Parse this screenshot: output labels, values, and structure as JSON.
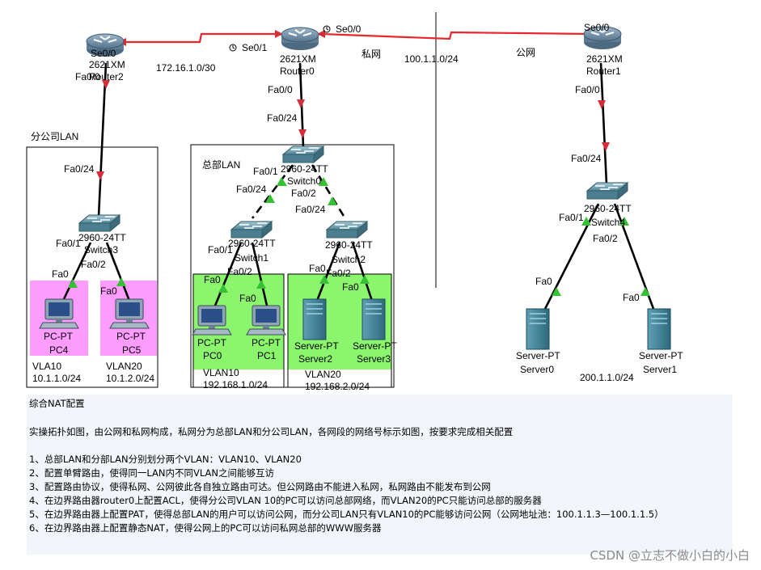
{
  "colors": {
    "wan_link": "#e8262b",
    "lan_link": "#000000",
    "port_up_green": "#35c035",
    "port_red": "#d62d3a",
    "vlan_pink": "#ff9cff",
    "vlan_green": "#8cf56e",
    "router_body": "#6f8ea6",
    "switch_body": "#6f9fb2",
    "server_body": "#3f7f95",
    "panel_bg": "#f2f5fa",
    "watermark": "#8a8a8a"
  },
  "devices": {
    "router2": {
      "model": "2621XM",
      "name": "Router2"
    },
    "router0": {
      "model": "2621XM",
      "name": "Router0"
    },
    "router1": {
      "model": "2621XM",
      "name": "Router1"
    },
    "switch3": {
      "model": "2960-24TT",
      "name": "Switch3"
    },
    "switch0": {
      "model": "2960-24TT",
      "name": "Switch0"
    },
    "switch1": {
      "model": "2960-24TT",
      "name": "Switch1"
    },
    "switch2": {
      "model": "2960-24TT",
      "name": "Switch2"
    },
    "switch4": {
      "model": "2960-24TT",
      "name": "Switch4"
    },
    "pc4": {
      "model": "PC-PT",
      "name": "PC4"
    },
    "pc5": {
      "model": "PC-PT",
      "name": "PC5"
    },
    "pc0": {
      "model": "PC-PT",
      "name": "PC0"
    },
    "pc1": {
      "model": "PC-PT",
      "name": "PC1"
    },
    "server2": {
      "model": "Server-PT",
      "name": "Server2"
    },
    "server3": {
      "model": "Server-PT",
      "name": "Server3"
    },
    "server0": {
      "model": "Server-PT",
      "name": "Server0"
    },
    "server1": {
      "model": "Server-PT",
      "name": "Server1"
    }
  },
  "ports": {
    "se00": "Se0/0",
    "se01": "Se0/1",
    "fa00": "Fa0/0",
    "fa01": "Fa0/1",
    "fa02": "Fa0/2",
    "fa024": "Fa0/24",
    "fa0": "Fa0"
  },
  "areas": {
    "branch_lan": "分公司LAN",
    "hq_lan": "总部LAN",
    "private_net": "私网",
    "public_net": "公网"
  },
  "networks": {
    "link_r2_r0": "172.16.1.0/30",
    "link_r0_r1": "100.1.1.0/24",
    "public_lan": "200.1.1.0/24",
    "vlan10_branch_name": "VLA10",
    "vlan10_branch_net": "10.1.1.0/24",
    "vlan20_branch_name": "VLAN20",
    "vlan20_branch_net": "10.1.2.0/24",
    "vlan10_hq_name": "VLAN10",
    "vlan10_hq_net": "192.168.1.0/24",
    "vlan20_hq_name": "VLAN20",
    "vlan20_hq_net": "192.168.2.0/24"
  },
  "task": {
    "title": "综合NAT配置",
    "intro": "实操拓扑如图，由公网和私网构成，私网分为总部LAN和分公司LAN，各网段的网络号标示如图，按要求完成相关配置",
    "items": [
      "1、总部LAN和分部LAN分别划分两个VLAN：VLAN10、VLAN20",
      "2、配置单臂路由，使得同一LAN内不同VLAN之间能够互访",
      "3、配置路由协议，使得私网、公网彼此各自独立路由可达。但公网路由不能进入私网，私网路由不能发布到公网",
      "4、在边界路由器router0上配置ACL，使得分公司VLAN 10的PC可以访问总部网络，而VLAN20的PC只能访问总部的服务器",
      "5、在边界路由器上配置PAT，使得总部LAN的用户可以访问公网，而分公司LAN只有VLAN10的PC能够访问公网（公网地址池：100.1.1.3—100.1.1.5）",
      "6、在边界路由器上配置静态NAT，使得公网上的PC可以访问私网总部的WWW服务器"
    ]
  },
  "watermark": "CSDN @立志不做小白的小白"
}
